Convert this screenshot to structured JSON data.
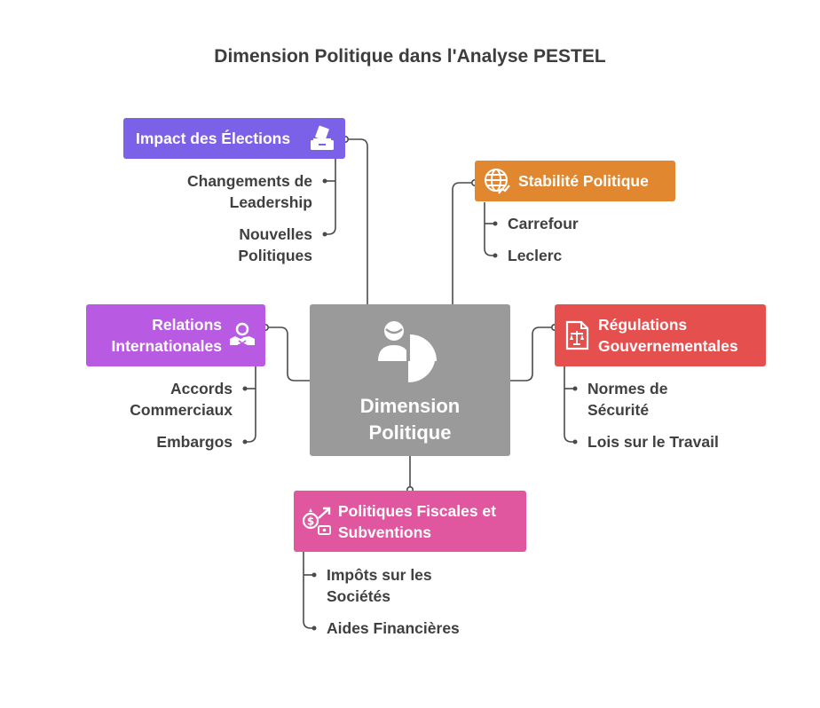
{
  "title": "Dimension Politique dans l'Analyse PESTEL",
  "center": {
    "line1": "Dimension",
    "line2": "Politique",
    "color": "#9a9a9a"
  },
  "branches": {
    "elections": {
      "label": "Impact des Élections",
      "color": "#7b61e8",
      "icon": "ballot-box-icon",
      "items": [
        {
          "line1": "Changements de",
          "line2": "Leadership"
        },
        {
          "line1": "Nouvelles",
          "line2": "Politiques"
        }
      ]
    },
    "stabilite": {
      "label": "Stabilité Politique",
      "color": "#e0872f",
      "icon": "globe-chart-icon",
      "items": [
        {
          "line1": "Carrefour"
        },
        {
          "line1": "Leclerc"
        }
      ]
    },
    "relations": {
      "line1": "Relations",
      "line2": "Internationales",
      "color": "#b95ae2",
      "icon": "handshake-icon",
      "items": [
        {
          "line1": "Accords",
          "line2": "Commerciaux"
        },
        {
          "line1": "Embargos"
        }
      ]
    },
    "regulations": {
      "line1": "Régulations",
      "line2": "Gouvernementales",
      "color": "#e5504f",
      "icon": "legal-document-icon",
      "items": [
        {
          "line1": "Normes de",
          "line2": "Sécurité"
        },
        {
          "line1": "Lois sur le Travail"
        }
      ]
    },
    "fiscales": {
      "line1": "Politiques Fiscales et",
      "line2": "Subventions",
      "color": "#e0579f",
      "icon": "money-growth-icon",
      "items": [
        {
          "line1": "Impôts sur les",
          "line2": "Sociétés"
        },
        {
          "line1": "Aides Financières"
        }
      ]
    }
  }
}
